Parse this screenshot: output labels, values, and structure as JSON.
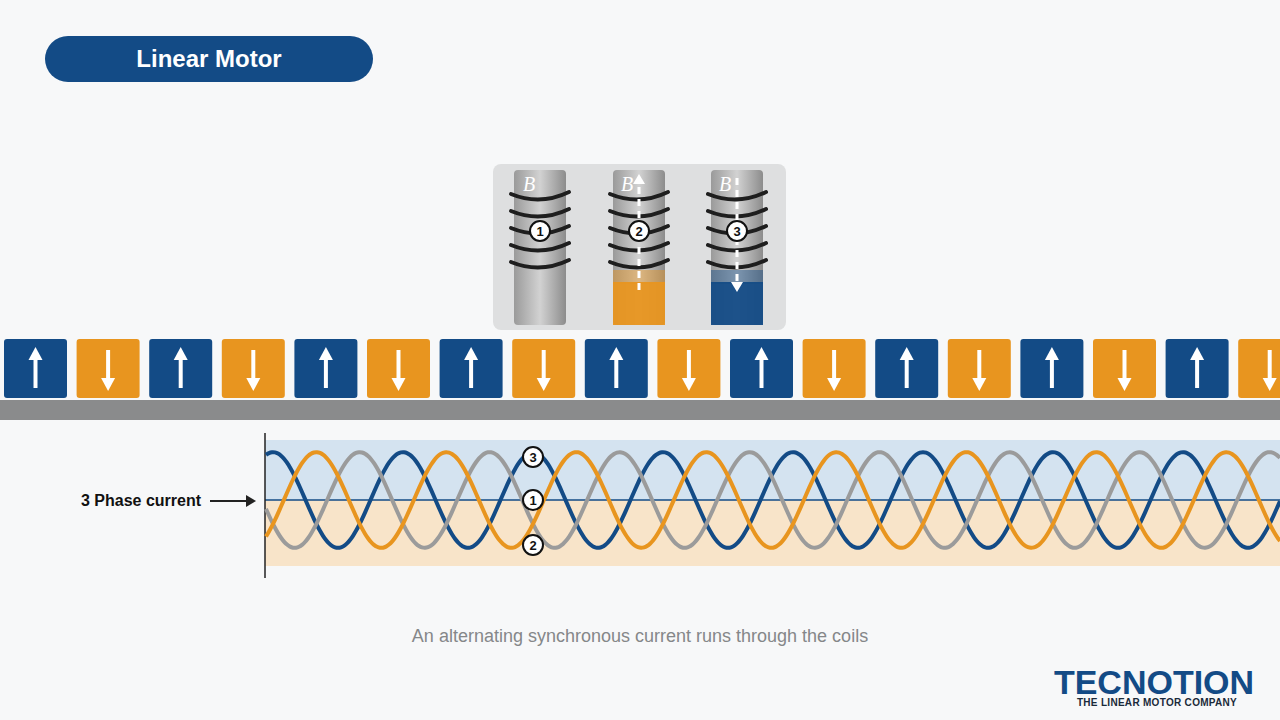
{
  "diagram": {
    "title": "Linear Motor",
    "caption": "An alternating synchronous current runs through the coils",
    "labels": [
      "B",
      "1",
      "B",
      "2",
      "B",
      "3",
      "3 Phase current",
      "3",
      "1",
      "2",
      "TECNOTION",
      "THE LINEAR MOTOR COMPANY"
    ]
  }
}
